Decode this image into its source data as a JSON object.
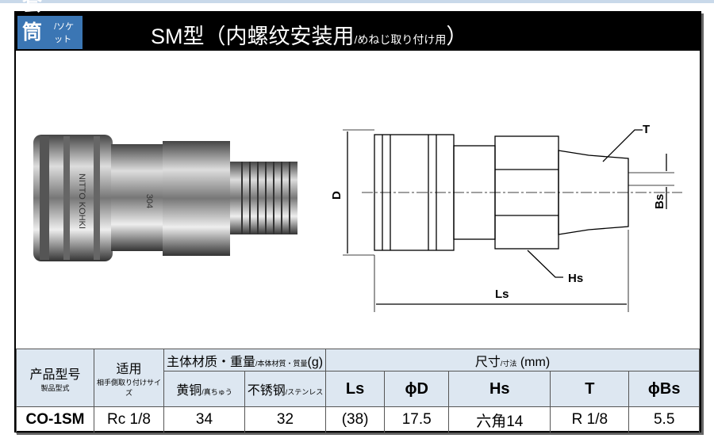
{
  "header": {
    "category": "套筒",
    "category_sub": "/ソケット",
    "title": "SM型（内螺纹安装用",
    "title_sub": "/めねじ取り付け用",
    "title_end": "）"
  },
  "drawing": {
    "labels": {
      "T": "T",
      "D": "D",
      "Bs": "Bs",
      "Hs": "Hs",
      "Ls": "Ls"
    },
    "photo_engraving": [
      "NITTO KOHKI",
      "304"
    ]
  },
  "table": {
    "col_model": "产品型号",
    "col_model_sub": "製品型式",
    "col_fit": "适用",
    "col_fit_sub": "相手側取り付けサイズ",
    "col_material": "主体材质・重量",
    "col_material_sub": "/本体材質・質量",
    "col_material_unit": "(g)",
    "col_brass": "黄铜",
    "col_brass_sub": "/真ちゅう",
    "col_steel": "不锈钢",
    "col_steel_sub": "/ステンレス",
    "col_dims": "尺寸",
    "col_dims_sub": "/寸法",
    "col_dims_unit": "(mm)",
    "dim_headers": [
      "Ls",
      "ϕD",
      "Hs",
      "T",
      "ϕBs"
    ],
    "row": {
      "model": "CO-1SM",
      "fit": "Rc 1/8",
      "brass": "34",
      "steel": "32",
      "Ls": "(38)",
      "D": "17.5",
      "Hs": "六角14",
      "T": "R 1/8",
      "Bs": "5.5"
    }
  }
}
